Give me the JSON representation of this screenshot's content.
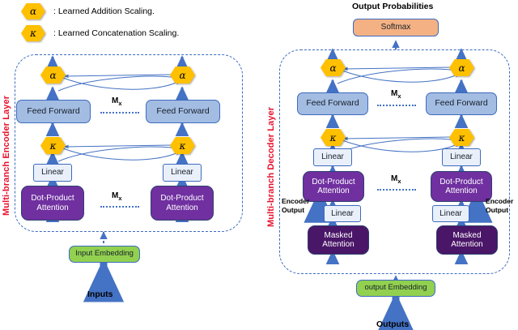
{
  "legend": {
    "items": [
      {
        "symbol": "α",
        "icon": "alpha-hexagon-icon",
        "text": ": Learned Addition Scaling."
      },
      {
        "symbol": "κ",
        "icon": "kappa-hexagon-icon",
        "text": ": Learned Concatenation Scaling."
      }
    ]
  },
  "encoder": {
    "side_label": "Multi-branch Encoder Layer",
    "repeat_label": "M",
    "repeat_sub": "x",
    "branches": [
      {
        "alpha": "α",
        "feed_forward": "Feed Forward",
        "kappa": "κ",
        "linear": "Linear",
        "attention_line1": "Dot-Product",
        "attention_line2": "Attention"
      },
      {
        "alpha": "α",
        "feed_forward": "Feed Forward",
        "kappa": "κ",
        "linear": "Linear",
        "attention_line1": "Dot-Product",
        "attention_line2": "Attention"
      }
    ],
    "embedding": "Input Embedding",
    "input_label": "Inputs"
  },
  "decoder": {
    "side_label": "Multi-branch Decoder Layer",
    "repeat_label": "M",
    "repeat_sub": "x",
    "output_probabilities": "Output Probabilities",
    "softmax": "Softmax",
    "branches": [
      {
        "alpha": "α",
        "feed_forward": "Feed Forward",
        "kappa": "κ",
        "linear_top": "Linear",
        "attention_line1": "Dot-Product",
        "attention_line2": "Attention",
        "linear_bottom": "Linear",
        "masked_line1": "Masked",
        "masked_line2": "Attention",
        "encoder_output_line1": "Encoder",
        "encoder_output_line2": "Output"
      },
      {
        "alpha": "α",
        "feed_forward": "Feed Forward",
        "kappa": "κ",
        "linear_top": "Linear",
        "attention_line1": "Dot-Product",
        "attention_line2": "Attention",
        "linear_bottom": "Linear",
        "masked_line1": "Masked",
        "masked_line2": "Attention",
        "encoder_output_line1": "Encoder",
        "encoder_output_line2": "Output"
      }
    ],
    "embedding": "output Embedding",
    "output_label": "Outputs"
  },
  "colors": {
    "hexagon": "#FFC000",
    "feed_forward": "#A3BCE2",
    "linear": "#EAF0FA",
    "dot_product_attention": "#7030A0",
    "masked_attention": "#4A1667",
    "embedding": "#92D050",
    "softmax": "#F4B183",
    "arrow": "#4472C4",
    "side_label": "#E8112D",
    "dashed_border": "#3C6BBF"
  }
}
